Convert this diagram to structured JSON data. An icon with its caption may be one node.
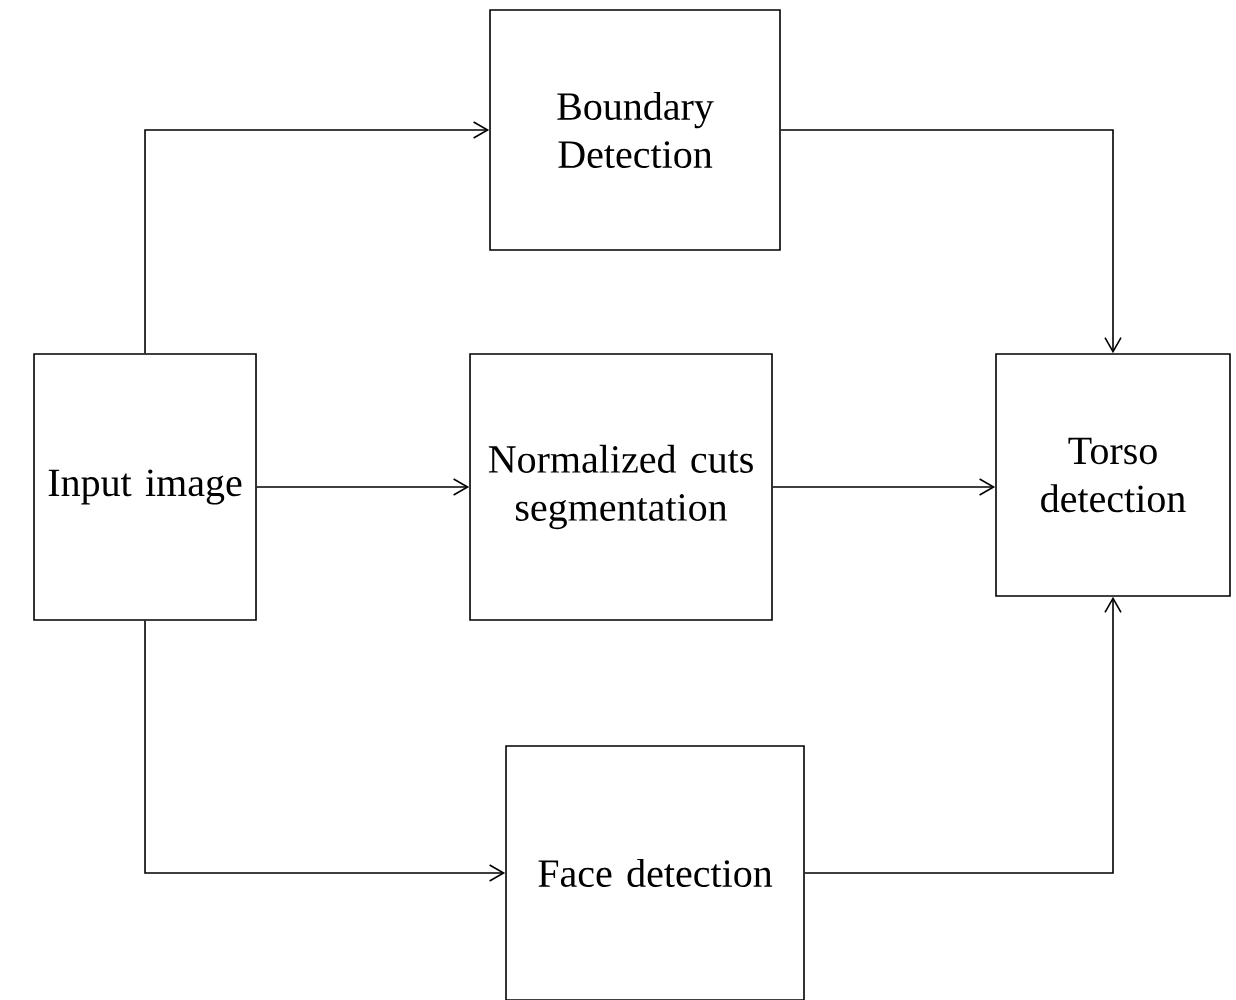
{
  "diagram": {
    "nodes": [
      {
        "text": [
          "Input image"
        ]
      },
      {
        "text": [
          "Boundary Detection"
        ]
      },
      {
        "text": [
          "Normalized cuts segmentation"
        ]
      },
      {
        "text": [
          "Torso detection"
        ]
      },
      {
        "text": [
          "Face detection"
        ]
      }
    ],
    "edges": [
      {
        "from": 0,
        "to": 1,
        "arrow": "to"
      },
      {
        "from": 1,
        "to": 3,
        "arrow": "to"
      },
      {
        "from": 0,
        "to": 2,
        "arrow": "to"
      },
      {
        "from": 2,
        "to": 3,
        "arrow": "to"
      },
      {
        "from": 0,
        "to": 4,
        "arrow": "to"
      },
      {
        "from": 4,
        "to": 3,
        "arrow": "to"
      }
    ]
  }
}
